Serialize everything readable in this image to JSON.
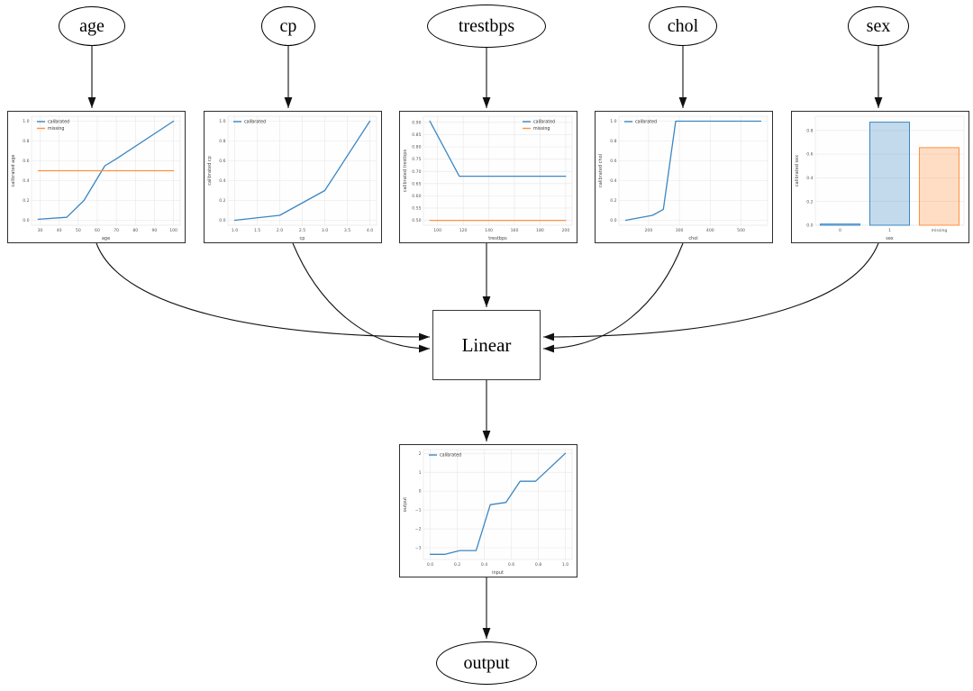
{
  "nodes": {
    "age": "age",
    "cp": "cp",
    "trestbps": "trestbps",
    "chol": "chol",
    "sex": "sex",
    "linear": "Linear",
    "output": "output"
  },
  "colors": {
    "calibrated_line": "#3b87c4",
    "missing_line": "#ff9140",
    "bar_blue_fill": "rgba(59,135,196,0.30)",
    "bar_orange_fill": "rgba(255,145,64,0.30)",
    "grid": "#e6e6e6",
    "tick_text": "#555555"
  },
  "chart_data": [
    {
      "id": "age-calibration",
      "type": "line",
      "xlabel": "age",
      "ylabel": "calibrated age",
      "xlim": [
        25.5,
        103.5
      ],
      "ylim": [
        -0.05,
        1.05
      ],
      "xticks": [
        30,
        40,
        50,
        60,
        70,
        80,
        90,
        100
      ],
      "xtick_labels": [
        "30",
        "40",
        "50",
        "60",
        "70",
        "80",
        "90",
        "100"
      ],
      "yticks": [
        0,
        0.2,
        0.4,
        0.6,
        0.8,
        1.0
      ],
      "ytick_labels": [
        "0.0",
        "0.2",
        "0.4",
        "0.6",
        "0.8",
        "1.0"
      ],
      "grid": true,
      "legend_pos": "top-left",
      "series": [
        {
          "name": "calibrated",
          "color": "#3b87c4",
          "points": [
            [
              29,
              0.01
            ],
            [
              44,
              0.03
            ],
            [
              53,
              0.2
            ],
            [
              64,
              0.55
            ],
            [
              70,
              0.62
            ],
            [
              100,
              1.0
            ]
          ]
        },
        {
          "name": "missing",
          "color": "#ff9140",
          "points": [
            [
              29,
              0.5
            ],
            [
              100,
              0.5
            ]
          ]
        }
      ]
    },
    {
      "id": "cp-calibration",
      "type": "line",
      "xlabel": "cp",
      "ylabel": "calibrated cp",
      "xlim": [
        0.85,
        4.15
      ],
      "ylim": [
        -0.05,
        1.05
      ],
      "xticks": [
        1.0,
        1.5,
        2.0,
        2.5,
        3.0,
        3.5,
        4.0
      ],
      "xtick_labels": [
        "1.0",
        "1.5",
        "2.0",
        "2.5",
        "3.0",
        "3.5",
        "4.0"
      ],
      "yticks": [
        0,
        0.2,
        0.4,
        0.6,
        0.8,
        1.0
      ],
      "ytick_labels": [
        "0.0",
        "0.2",
        "0.4",
        "0.6",
        "0.8",
        "1.0"
      ],
      "grid": true,
      "legend_pos": "top-left",
      "series": [
        {
          "name": "calibrated",
          "color": "#3b87c4",
          "points": [
            [
              1.0,
              0.0
            ],
            [
              2.0,
              0.05
            ],
            [
              3.0,
              0.3
            ],
            [
              4.0,
              1.0
            ]
          ]
        }
      ]
    },
    {
      "id": "trestbps-calibration",
      "type": "line",
      "xlabel": "trestbps",
      "ylabel": "calibrated trestbps",
      "xlim": [
        89,
        205
      ],
      "ylim": [
        0.48,
        0.925
      ],
      "xticks": [
        100,
        120,
        140,
        160,
        180,
        200
      ],
      "xtick_labels": [
        "100",
        "120",
        "140",
        "160",
        "180",
        "200"
      ],
      "yticks": [
        0.5,
        0.55,
        0.6,
        0.65,
        0.7,
        0.75,
        0.8,
        0.85,
        0.9
      ],
      "ytick_labels": [
        "0.50",
        "0.55",
        "0.60",
        "0.65",
        "0.70",
        "0.75",
        "0.80",
        "0.85",
        "0.90"
      ],
      "grid": true,
      "legend_pos": "top-right",
      "series": [
        {
          "name": "calibrated",
          "color": "#3b87c4",
          "points": [
            [
              94,
              0.905
            ],
            [
              117,
              0.68
            ],
            [
              200,
              0.68
            ]
          ]
        },
        {
          "name": "missing",
          "color": "#ff9140",
          "points": [
            [
              94,
              0.5
            ],
            [
              200,
              0.5
            ]
          ]
        }
      ]
    },
    {
      "id": "chol-calibration",
      "type": "line",
      "xlabel": "chol",
      "ylabel": "calibrated chol",
      "xlim": [
        104,
        586
      ],
      "ylim": [
        -0.05,
        1.05
      ],
      "xticks": [
        200,
        300,
        400,
        500
      ],
      "xtick_labels": [
        "200",
        "300",
        "400",
        "500"
      ],
      "yticks": [
        0,
        0.2,
        0.4,
        0.6,
        0.8,
        1.0
      ],
      "ytick_labels": [
        "0.0",
        "0.2",
        "0.4",
        "0.6",
        "0.8",
        "1.0"
      ],
      "grid": true,
      "legend_pos": "top-left",
      "series": [
        {
          "name": "calibrated",
          "color": "#3b87c4",
          "points": [
            [
              126,
              0.0
            ],
            [
              213,
              0.05
            ],
            [
              248,
              0.11
            ],
            [
              288,
              1.0
            ],
            [
              564,
              1.0
            ]
          ]
        }
      ]
    },
    {
      "id": "sex-calibration",
      "type": "bar",
      "xlabel": "sex",
      "ylabel": "calibrated sex",
      "categories": [
        "0",
        "1",
        "missing"
      ],
      "values": [
        0.01,
        0.87,
        0.655
      ],
      "bar_edge_colors": [
        "#3b87c4",
        "#3b87c4",
        "#ff9140"
      ],
      "bar_fill_colors": [
        "rgba(59,135,196,0.30)",
        "rgba(59,135,196,0.30)",
        "rgba(255,145,64,0.30)"
      ],
      "ylim": [
        0,
        0.92
      ],
      "yticks": [
        0,
        0.2,
        0.4,
        0.6,
        0.8
      ],
      "ytick_labels": [
        "0.0",
        "0.2",
        "0.4",
        "0.6",
        "0.8"
      ],
      "grid": true,
      "legend_pos": null,
      "series": []
    },
    {
      "id": "output-calibration",
      "type": "line",
      "xlabel": "input",
      "ylabel": "output",
      "xlim": [
        -0.05,
        1.05
      ],
      "ylim": [
        -3.62,
        2.2
      ],
      "xticks": [
        0,
        0.2,
        0.4,
        0.6,
        0.8,
        1.0
      ],
      "xtick_labels": [
        "0.0",
        "0.2",
        "0.4",
        "0.6",
        "0.8",
        "1.0"
      ],
      "yticks": [
        -3,
        -2,
        -1,
        0,
        1,
        2
      ],
      "ytick_labels": [
        "−3",
        "−2",
        "−1",
        "0",
        "1",
        "2"
      ],
      "grid": true,
      "legend_pos": "top-left",
      "series": [
        {
          "name": "calibrated",
          "color": "#3b87c4",
          "points": [
            [
              0.0,
              -3.35
            ],
            [
              0.11,
              -3.35
            ],
            [
              0.22,
              -3.15
            ],
            [
              0.34,
              -3.15
            ],
            [
              0.445,
              -0.72
            ],
            [
              0.56,
              -0.6
            ],
            [
              0.665,
              0.52
            ],
            [
              0.78,
              0.52
            ],
            [
              1.0,
              2.0
            ]
          ]
        }
      ]
    }
  ]
}
